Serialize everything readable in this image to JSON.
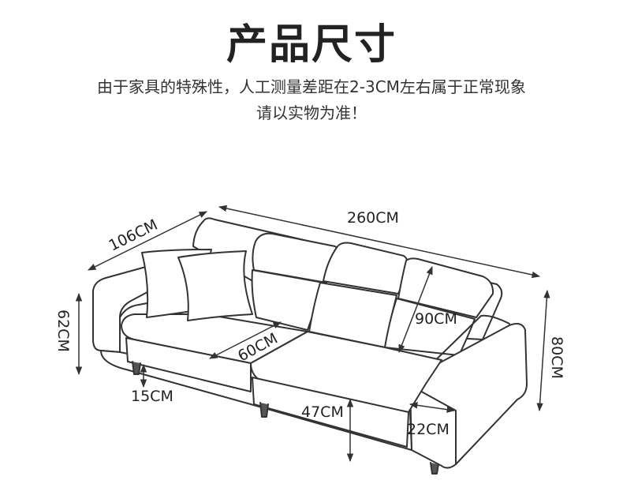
{
  "title": "产品尺寸",
  "subtitle_line1": "由于家具的特殊性，人工测量差距在2-3CM左右属于正常现象",
  "subtitle_line2": "请以实物为准！",
  "dimensions": {
    "length": "260CM",
    "depth": "106CM",
    "back_height": "62CM",
    "total_height": "80CM",
    "seat_depth": "60CM",
    "back_cushion": "90CM",
    "leg_height": "15CM",
    "seat_height": "47CM",
    "arm_width": "22CM"
  },
  "colors": {
    "line": "#333333",
    "text": "#222222"
  }
}
